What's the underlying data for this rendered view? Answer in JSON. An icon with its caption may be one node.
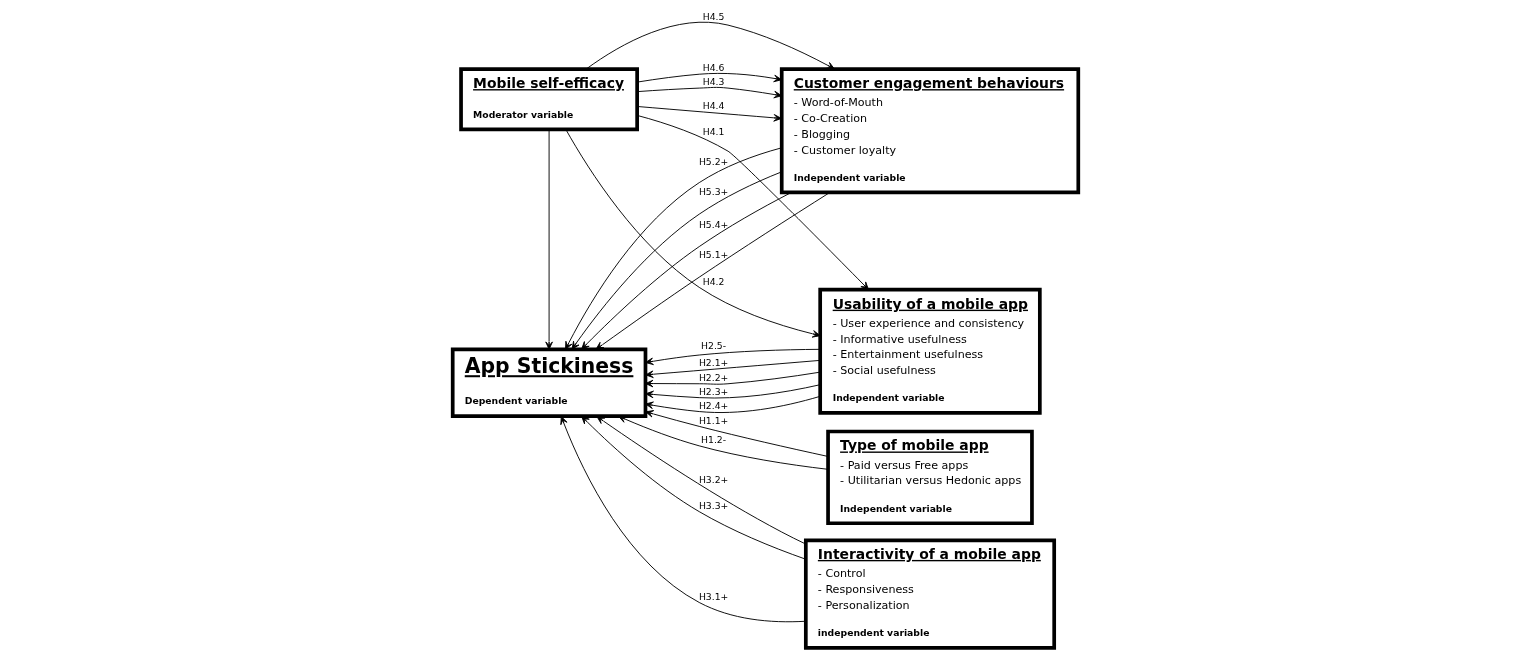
{
  "diagram": {
    "nodes": [
      {
        "text": [
          "Mobile self-efficacy",
          "Moderator variable"
        ]
      },
      {
        "text": [
          "Type of mobile app",
          "- Paid versus Free apps",
          "- Utilitarian versus Hedonic apps",
          "Independent variable"
        ]
      },
      {
        "text": [
          "Usability of a mobile app",
          "- User experience and consistency",
          "- Informative usefulness",
          "- Entertainment usefulness",
          "- Social usefulness",
          "Independent variable"
        ]
      },
      {
        "text": [
          "App Stickiness",
          "Dependent variable"
        ]
      },
      {
        "text": [
          "Customer engagement behaviours",
          "- Word-of-Mouth",
          "- Co-Creation",
          "- Blogging",
          "- Customer loyalty",
          "Independent variable"
        ]
      },
      {
        "text": [
          "Interactivity of a mobile app",
          "- Control",
          "- Responsiveness",
          "- Personalization",
          "independent variable"
        ]
      }
    ],
    "edges": [
      {
        "from": 0,
        "to": 3,
        "arrow": "to"
      },
      {
        "from": 0,
        "to": 2,
        "arrow": "to",
        "label": "H4.1"
      },
      {
        "from": 0,
        "to": 2,
        "arrow": "to",
        "label": "H4.2"
      },
      {
        "from": 0,
        "to": 4,
        "arrow": "to",
        "label": "H4.3"
      },
      {
        "from": 0,
        "to": 4,
        "arrow": "to",
        "label": "H4.4"
      },
      {
        "from": 0,
        "to": 4,
        "arrow": "to",
        "label": "H4.5"
      },
      {
        "from": 0,
        "to": 4,
        "arrow": "to",
        "label": "H4.6"
      },
      {
        "from": 1,
        "to": 3,
        "arrow": "to",
        "label": "H1.1+"
      },
      {
        "from": 1,
        "to": 3,
        "arrow": "to",
        "label": "H1.2-"
      },
      {
        "from": 2,
        "to": 3,
        "arrow": "to",
        "label": "H2.1+"
      },
      {
        "from": 2,
        "to": 3,
        "arrow": "to",
        "label": "H2.2+"
      },
      {
        "from": 2,
        "to": 3,
        "arrow": "to",
        "label": "H2.3+"
      },
      {
        "from": 2,
        "to": 3,
        "arrow": "to",
        "label": "H2.4+"
      },
      {
        "from": 2,
        "to": 3,
        "arrow": "to",
        "label": "H2.5-"
      },
      {
        "from": 4,
        "to": 3,
        "arrow": "to",
        "label": "H5.1+"
      },
      {
        "from": 4,
        "to": 3,
        "arrow": "to",
        "label": "H5.2+"
      },
      {
        "from": 4,
        "to": 3,
        "arrow": "to",
        "label": "H5.3+"
      },
      {
        "from": 4,
        "to": 3,
        "arrow": "to",
        "label": "H5.4+"
      },
      {
        "from": 5,
        "to": 3,
        "arrow": "to",
        "label": "H3.1+"
      },
      {
        "from": 5,
        "to": 3,
        "arrow": "to",
        "label": "H3.2+"
      },
      {
        "from": 5,
        "to": 3,
        "arrow": "to",
        "label": "H3.3+"
      }
    ]
  }
}
